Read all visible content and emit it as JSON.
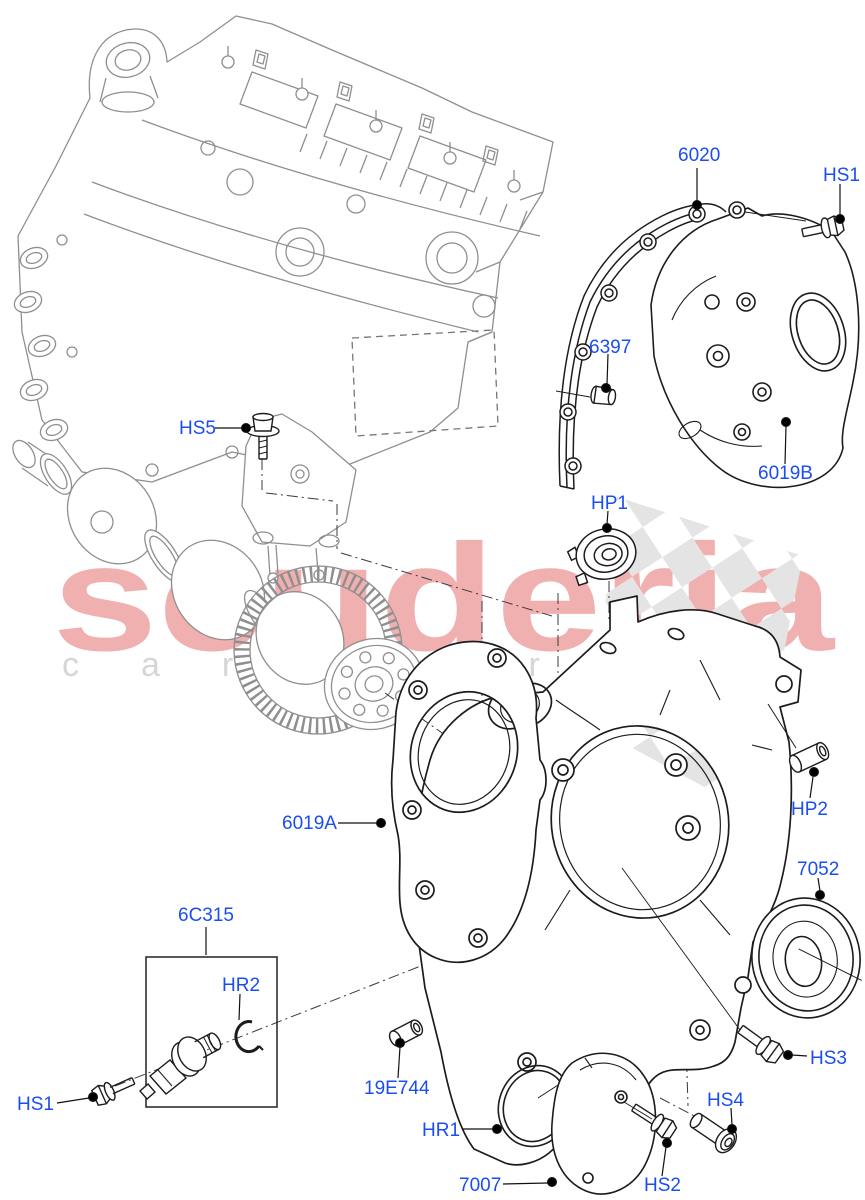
{
  "watermark": {
    "brand": "scuderia",
    "tagline": "car parts"
  },
  "colors": {
    "label_blue": "#1a4ef0",
    "watermark_pink": "#f0b0b0",
    "watermark_gray": "#d6d6d6",
    "checker_gray": "#e4e4e4",
    "reference_line_gray": "#8f8f8f",
    "part_line_black": "#1c1c1c"
  },
  "callouts": [
    {
      "text": "6020"
    },
    {
      "text": "HS1"
    },
    {
      "text": "6397"
    },
    {
      "text": "6019B"
    },
    {
      "text": "HS5"
    },
    {
      "text": "HP1"
    },
    {
      "text": "HP2"
    },
    {
      "text": "6019A"
    },
    {
      "text": "7052"
    },
    {
      "text": "6C315"
    },
    {
      "text": "HR2"
    },
    {
      "text": "HS3"
    },
    {
      "text": "19E744"
    },
    {
      "text": "HS4"
    },
    {
      "text": "HR1"
    },
    {
      "text": "HS1"
    },
    {
      "text": "7007"
    },
    {
      "text": "HS2"
    }
  ]
}
